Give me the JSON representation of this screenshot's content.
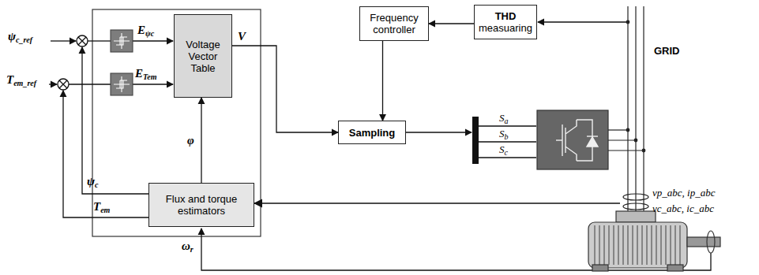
{
  "diagram": {
    "nodes": [
      {
        "text": [
          "Voltage Vector Table"
        ]
      },
      {
        "text": [
          "Frequency controller"
        ]
      },
      {
        "text": [
          "THD measuaring"
        ]
      },
      {
        "text": [
          "Sampling"
        ]
      },
      {
        "text": [
          "Flux and torque estimators"
        ]
      }
    ],
    "edges": [
      {
        "from": 2,
        "to": 1,
        "arrow": "to"
      },
      {
        "from": 1,
        "to": 3,
        "arrow": "to"
      },
      {
        "from": 0,
        "to": 3,
        "label": "V",
        "arrow": "to"
      },
      {
        "from": 4,
        "to": 0,
        "label": "φ",
        "arrow": "to"
      }
    ],
    "labels": [
      "ψc_ref",
      "Tem_ref",
      "Eψc",
      "ETem",
      "ψc",
      "Tem",
      "ωr",
      "Sa",
      "Sb",
      "Sc",
      "GRID",
      "vp_abc, ip_abc",
      "vc_abc, ic_abc"
    ]
  }
}
